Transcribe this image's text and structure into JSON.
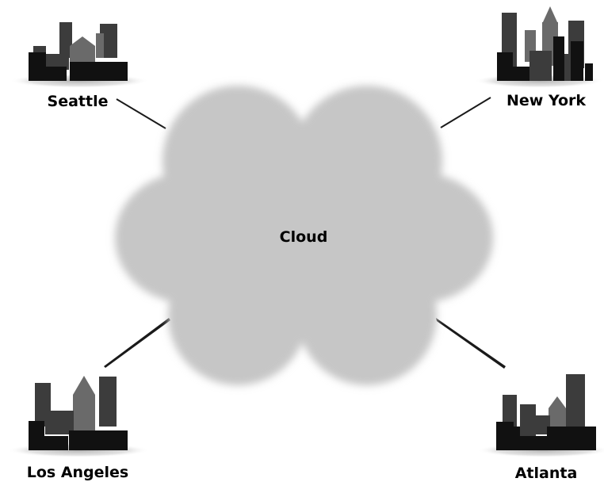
{
  "diagram": {
    "center": {
      "label": "Cloud"
    },
    "nodes": [
      {
        "id": "seattle",
        "label": "Seattle"
      },
      {
        "id": "new-york",
        "label": "New York"
      },
      {
        "id": "los-angeles",
        "label": "Los Angeles"
      },
      {
        "id": "atlanta",
        "label": "Atlanta"
      }
    ],
    "colors": {
      "cloud": "#c6c6c6",
      "building_dark": "#111111",
      "building_mid": "#3c3c3c",
      "building_light": "#6a6a6a",
      "shadow": "#bdbdbd",
      "link": "#1a1a1a"
    }
  }
}
